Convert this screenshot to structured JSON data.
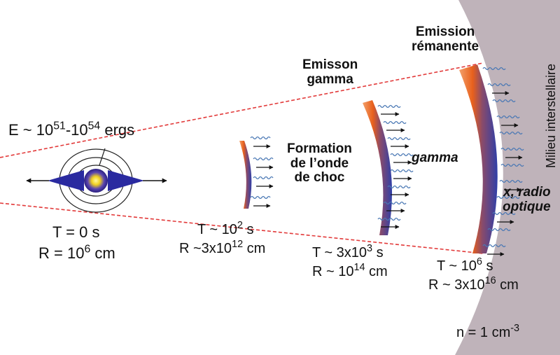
{
  "source": {
    "energy": {
      "prefix": "E ~ 10",
      "exp1": "51",
      "mid": "-10",
      "exp2": "54",
      "suffix": " ergs"
    },
    "time": "T = 0 s",
    "radius": {
      "base": "R = 10",
      "exp": "6",
      "unit": " cm"
    }
  },
  "shell1": {
    "time": {
      "base": "T ~ 10",
      "exp": "2",
      "unit": " s"
    },
    "radius": {
      "base": "R ~3x10",
      "exp": "12",
      "unit": " cm"
    }
  },
  "shell2": {
    "title": [
      "Emisson",
      "gamma"
    ],
    "time": {
      "base": "T ~ 3x10",
      "exp": "3",
      "unit": " s"
    },
    "radius": {
      "base": "R ~ 10",
      "exp": "14",
      "unit": " cm"
    }
  },
  "shell3": {
    "title": [
      "Emission",
      "rémanente"
    ],
    "time": {
      "base": "T ~ 10",
      "exp": "6",
      "unit": " s"
    },
    "radius": {
      "base": "R ~ 3x10",
      "exp": "16",
      "unit": " cm"
    }
  },
  "formation": [
    "Formation",
    "de l’onde",
    "de choc"
  ],
  "gamma_label": "gamma",
  "output_label": [
    "x, radio",
    "optique"
  ],
  "medium": {
    "title": "Milieu interstellaire",
    "density": {
      "base": "n = 1 cm",
      "exp": "-3"
    }
  },
  "colors": {
    "medium_fill": "#bfb3ba",
    "cone_line": "#e23a3a",
    "shell_blue": "#3a4fc0",
    "shell_orange": "#f08a2a",
    "wave": "#4a78b4"
  }
}
